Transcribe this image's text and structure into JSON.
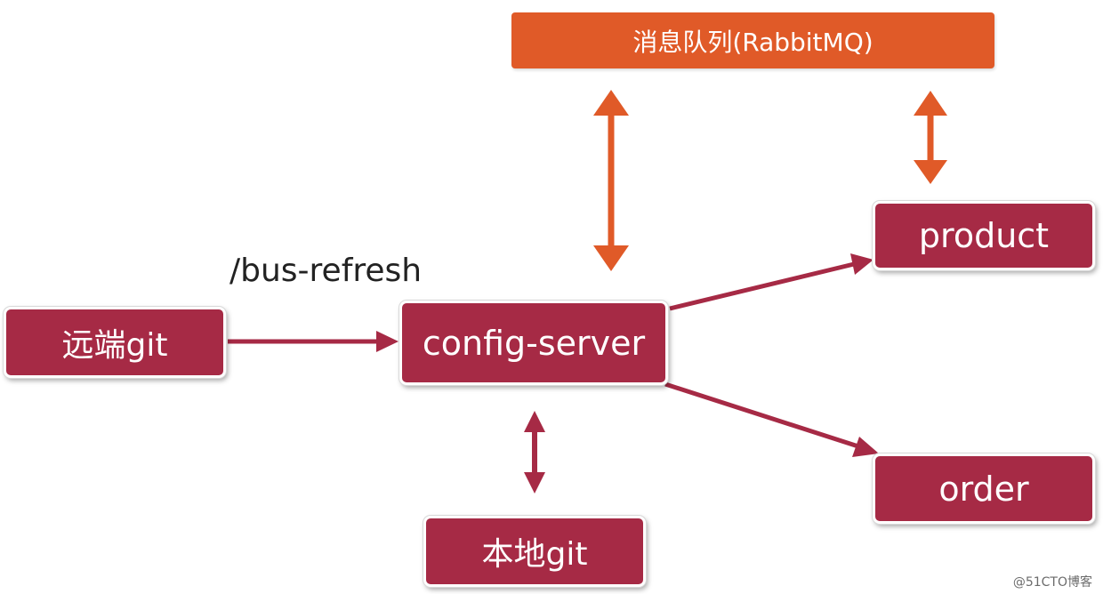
{
  "nodes": {
    "message_queue": "消息队列(RabbitMQ)",
    "product": "product",
    "remote_git": "远端git",
    "config_server": "config-server",
    "order": "order",
    "local_git": "本地git"
  },
  "edge_labels": {
    "bus_refresh": "/bus-refresh"
  },
  "watermark": "@51CTO博客",
  "colors": {
    "node_fill": "#a62a45",
    "queue_fill": "#e05a28",
    "edge_red": "#a62a45",
    "edge_orange": "#e05a28"
  }
}
